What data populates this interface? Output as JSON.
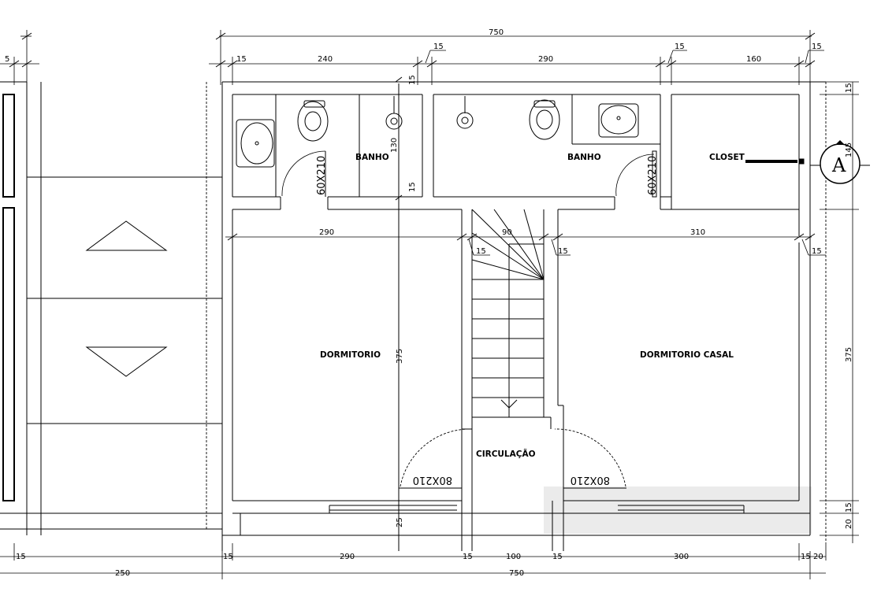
{
  "rooms": {
    "banho_1": "BANHO",
    "banho_2": "BANHO",
    "closet": "CLOSET",
    "dormitorio": "DORMITORIO",
    "dormitorio_casal": "DORMITORIO CASAL",
    "circulacao": "CIRCULAÇÃO"
  },
  "doors": {
    "banho_1": "60X210",
    "banho_2": "60X210",
    "dormitorio": "80X210",
    "dormitorio_casal": "80X210"
  },
  "section_marker": "A",
  "dimensions": {
    "top_total": "750",
    "top_15_left": "15",
    "top_240": "240",
    "top_15_a": "15",
    "top_290": "290",
    "top_15_b": "15",
    "top_160": "160",
    "top_15_right": "15",
    "top_far_left": "5",
    "mid_290": "290",
    "mid_90": "90",
    "mid_310": "310",
    "mid_15_a": "15",
    "mid_15_b": "15",
    "mid_15_c": "15",
    "vert_15_a": "15",
    "vert_130": "130",
    "vert_15_b": "15",
    "vert_375_mid": "375",
    "vert_25": "25",
    "right_15_top": "15",
    "right_145": "145",
    "right_375": "375",
    "right_15_bottom": "15",
    "right_20": "20",
    "bot_15_far_left": "15",
    "bot_15_a": "15",
    "bot_290": "290",
    "bot_15_b": "15",
    "bot_100": "100",
    "bot_15_c": "15",
    "bot_300": "300",
    "bot_15_d": "15",
    "bot_20": "20",
    "bot_250": "250",
    "bot_750": "750"
  }
}
